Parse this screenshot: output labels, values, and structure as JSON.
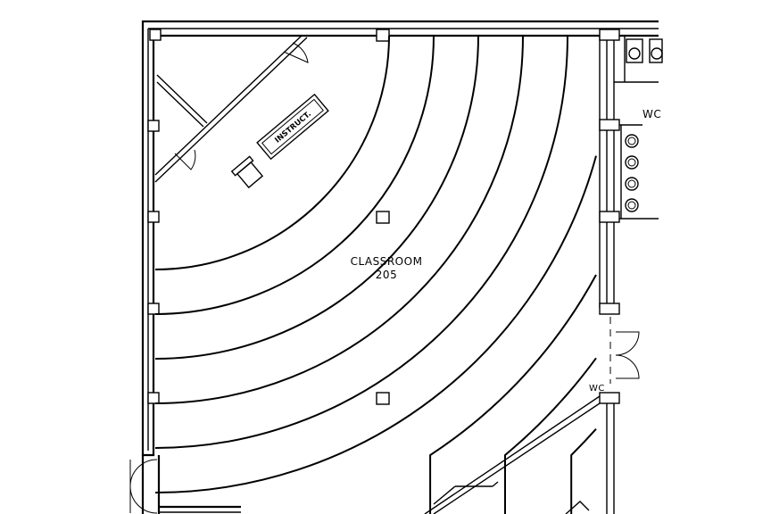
{
  "rooms": {
    "classroom_name": "CLASSROOM",
    "classroom_number": "205",
    "instructor_desk": "INSTRUCT.",
    "restroom_label": "WC",
    "small_label": "WC"
  },
  "seating": {
    "row_count": 9
  },
  "colors": {
    "line": "#000000",
    "background": "#ffffff"
  }
}
